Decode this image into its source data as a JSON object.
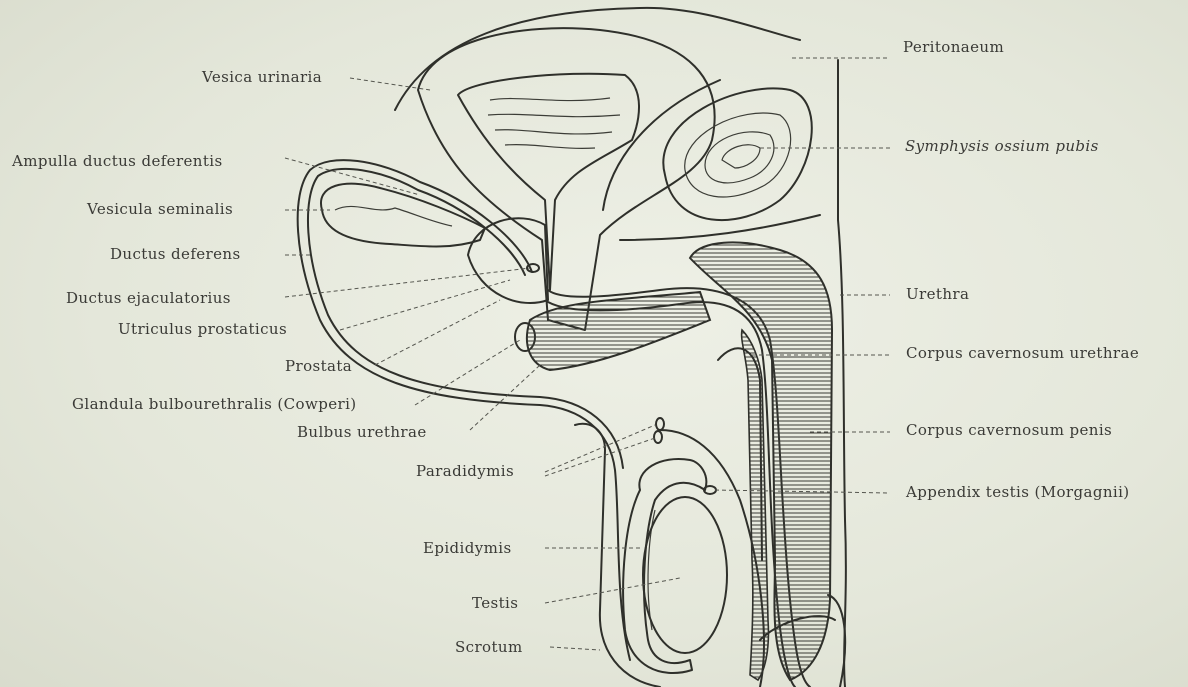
{
  "labels": {
    "peritonaeum": "Peritonaeum",
    "vesica_urinaria": "Vesica urinaria",
    "symphysis": "Symphysis ossium pubis",
    "ampulla": "Ampulla ductus deferentis",
    "vesicula_seminalis": "Vesicula seminalis",
    "ductus_deferens": "Ductus deferens",
    "ductus_ejaculatorius": "Ductus ejaculatorius",
    "urethra": "Urethra",
    "utriculus": "Utriculus prostaticus",
    "prostata": "Prostata",
    "corpus_cav_urethrae": "Corpus cavernosum urethrae",
    "glandula_bulbo": "Glandula bulbourethralis (Cowperi)",
    "bulbus_urethrae": "Bulbus urethrae",
    "corpus_cav_penis": "Corpus cavernosum penis",
    "paradidymis": "Paradidymis",
    "appendix_testis": "Appendix testis (Morgagnii)",
    "epididymis": "Epididymis",
    "testis": "Testis",
    "scrotum": "Scrotum"
  }
}
